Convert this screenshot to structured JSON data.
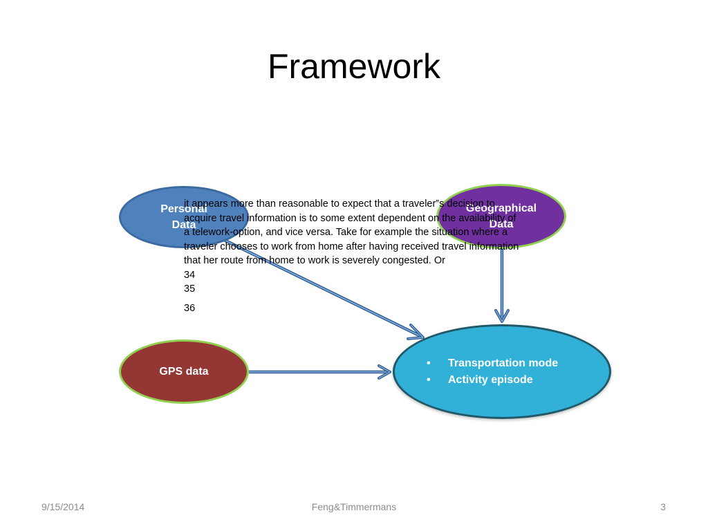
{
  "slide": {
    "title": "Framework"
  },
  "nodes": {
    "personal": {
      "line1": "Personal",
      "line2": "Data",
      "fill": "#4f81bd"
    },
    "geographical": {
      "line1": "Geographical",
      "line2": "Data",
      "fill": "#7030a0"
    },
    "gps": {
      "label": "GPS data",
      "fill": "#943634"
    },
    "output": {
      "items": [
        "Transportation mode",
        "Activity episode"
      ],
      "fill": "#31b0d8"
    }
  },
  "overlay_text": {
    "paragraph": "it appears more than reasonable to expect that a traveler‟s decision to acquire travel information is to some extent dependent on the availability of a telework-option, and vice versa. Take for example the situation where a traveler chooses to work from home after having received travel information that her route from home to work is severely congested. Or",
    "numbers": [
      "34",
      "35",
      "36"
    ]
  },
  "footer": {
    "date": "9/15/2014",
    "author": "Feng&Timmermans",
    "page": "3"
  },
  "colors": {
    "arrow": "#4f81bd",
    "node_border_green": "#92d050"
  }
}
